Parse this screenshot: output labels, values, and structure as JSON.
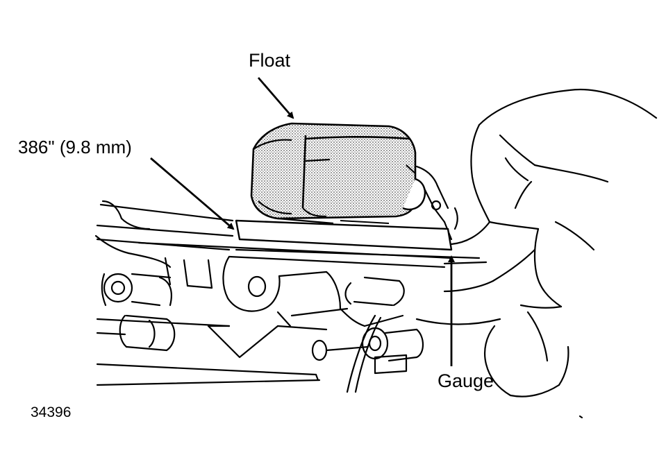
{
  "diagram": {
    "labels": {
      "float": "Float",
      "dimension": "386\" (9.8 mm)",
      "gauge": "Gauge",
      "figure_number": "34396"
    },
    "colors": {
      "line": "#000000",
      "background": "#ffffff",
      "shading": "#8a8a8a"
    }
  }
}
